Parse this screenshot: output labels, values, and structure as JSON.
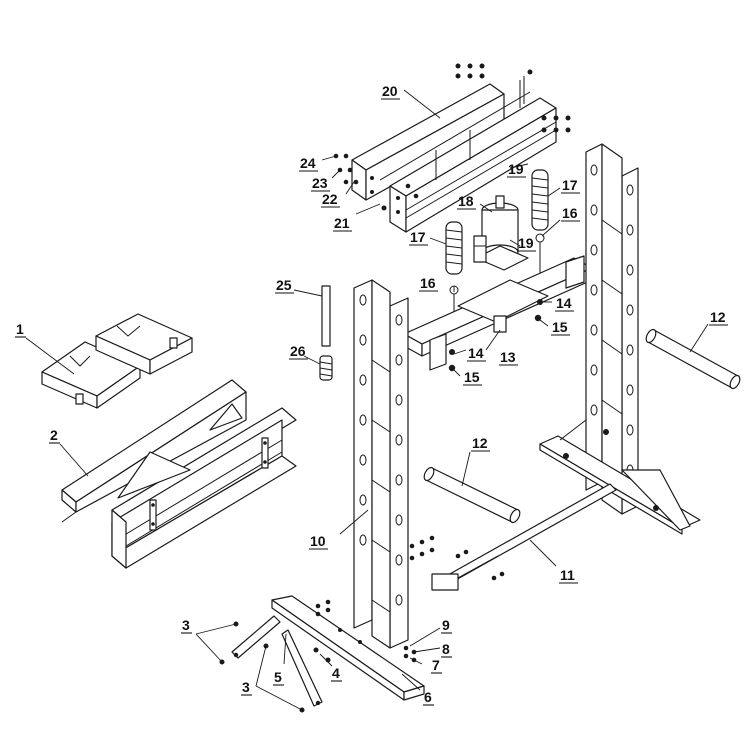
{
  "colors": {
    "line": "#1a1a1a",
    "background": "#ffffff"
  },
  "callouts": {
    "c1": "1",
    "c2": "2",
    "c3a": "3",
    "c3b": "3",
    "c4": "4",
    "c5": "5",
    "c6": "6",
    "c7": "7",
    "c8": "8",
    "c9": "9",
    "c10": "10",
    "c11": "11",
    "c12a": "12",
    "c12b": "12",
    "c13": "13",
    "c14a": "14",
    "c14b": "14",
    "c15a": "15",
    "c15b": "15",
    "c16a": "16",
    "c16b": "16",
    "c17a": "17",
    "c17b": "17",
    "c18": "18",
    "c19a": "19",
    "c19b": "19",
    "c20": "20",
    "c21": "21",
    "c22": "22",
    "c23": "23",
    "c24": "24",
    "c25": "25",
    "c26": "26"
  }
}
